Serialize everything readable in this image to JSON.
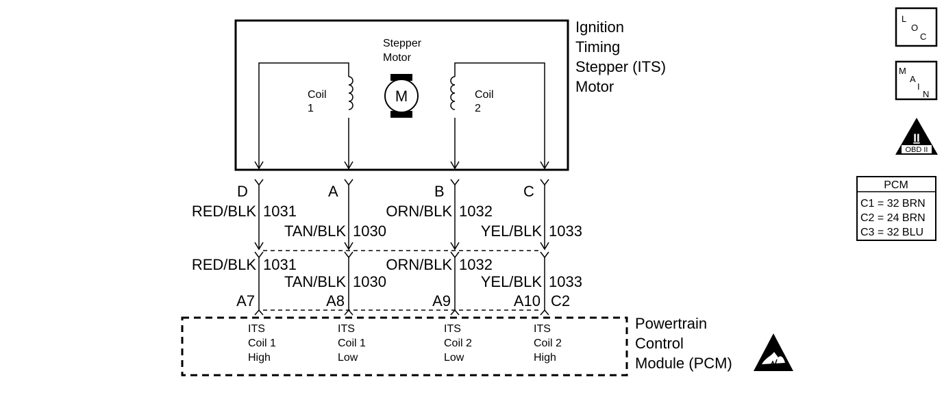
{
  "motor": {
    "title_lines": [
      "Ignition",
      "Timing",
      "Stepper (ITS)",
      "Motor"
    ],
    "stepper_lines": [
      "Stepper",
      "Motor"
    ],
    "motor_symbol": "M",
    "coil1_lines": [
      "Coil",
      "1"
    ],
    "coil2_lines": [
      "Coil",
      "2"
    ]
  },
  "upper_connector": {
    "pins": [
      "D",
      "A",
      "B",
      "C"
    ]
  },
  "wires": [
    {
      "color": "RED/BLK",
      "circuit": "1031"
    },
    {
      "color": "TAN/BLK",
      "circuit": "1030"
    },
    {
      "color": "ORN/BLK",
      "circuit": "1032"
    },
    {
      "color": "YEL/BLK",
      "circuit": "1033"
    }
  ],
  "pcm_connector": {
    "pins": [
      "A7",
      "A8",
      "A9",
      "A10"
    ],
    "connector": "C2"
  },
  "pcm": {
    "title_lines": [
      "Powertrain",
      "Control",
      "Module (PCM)"
    ],
    "terminals": [
      [
        "ITS",
        "Coil 1",
        "High"
      ],
      [
        "ITS",
        "Coil 1",
        "Low"
      ],
      [
        "ITS",
        "Coil 2",
        "Low"
      ],
      [
        "ITS",
        "Coil 2",
        "High"
      ]
    ]
  },
  "side": {
    "loc": [
      "L",
      "O",
      "C"
    ],
    "main": [
      "M",
      "A",
      "I",
      "N"
    ],
    "obd_numeral": "II",
    "obd_label": "OBD II",
    "pcm_table": {
      "header": "PCM",
      "rows": [
        "C1 = 32 BRN",
        "C2 = 24 BRN",
        "C3 = 32 BLU"
      ]
    }
  }
}
